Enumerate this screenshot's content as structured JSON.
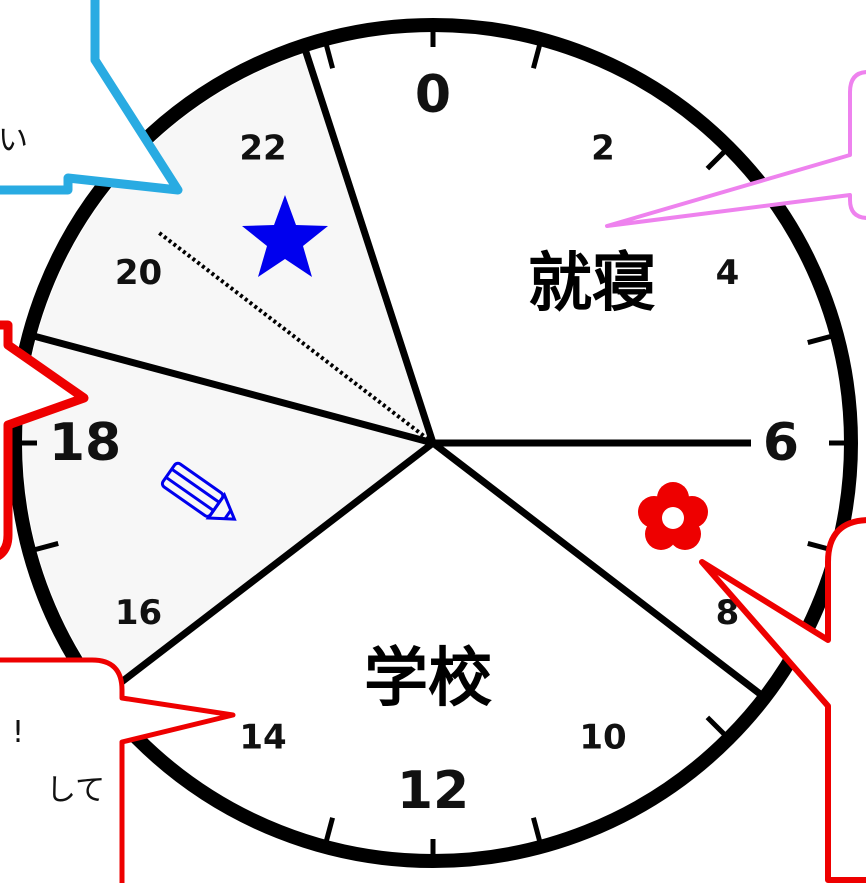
{
  "clock": {
    "hour_labels": [
      {
        "hour": "0",
        "major": true
      },
      {
        "hour": "2",
        "major": false
      },
      {
        "hour": "4",
        "major": false
      },
      {
        "hour": "6",
        "major": true
      },
      {
        "hour": "8",
        "major": false
      },
      {
        "hour": "10",
        "major": false
      },
      {
        "hour": "12",
        "major": true
      },
      {
        "hour": "14",
        "major": false
      },
      {
        "hour": "16",
        "major": false
      },
      {
        "hour": "18",
        "major": true
      },
      {
        "hour": "20",
        "major": false
      },
      {
        "hour": "22",
        "major": false
      }
    ],
    "segments": {
      "sleep": {
        "label": "就寝",
        "from_hour": 22.8,
        "to_hour": 6
      },
      "school": {
        "label": "学校",
        "from_hour": 8.5,
        "to_hour": 15.5
      },
      "after_school": {
        "from_hour": 15.5,
        "to_hour": 19
      },
      "evening": {
        "from_hour": 19,
        "to_hour": 22.8
      }
    },
    "divider_hours": [
      22.8,
      6,
      8.5,
      15.5,
      19
    ],
    "dotted_divider_hour": 20.5
  },
  "icons": {
    "star": {
      "name": "star-icon",
      "color": "#0000ee"
    },
    "pencil": {
      "name": "pencil-icon",
      "color": "#0000ee"
    },
    "flower": {
      "name": "flower-icon",
      "color": "#ee0000"
    }
  },
  "callouts": {
    "top_left": {
      "text": "い",
      "border_color": "#29abe2"
    },
    "top_right": {
      "border_color": "#ee82ee"
    },
    "mid_left": {
      "border_color": "#ee0000"
    },
    "bottom_left": {
      "line1": "!",
      "line2": "して",
      "border_color": "#ee0000"
    },
    "bottom_right": {
      "border_color": "#ee0000"
    }
  }
}
